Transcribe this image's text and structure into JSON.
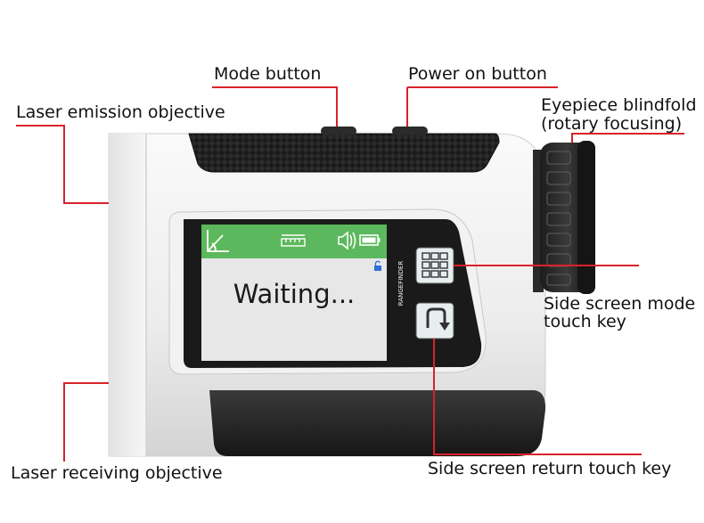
{
  "labels": {
    "mode_button": "Mode button",
    "power_button": "Power on button",
    "laser_emission": "Laser emission objective",
    "eyepiece_line1": "Eyepiece blindfold",
    "eyepiece_line2": "(rotary focusing)",
    "side_mode_line1": "Side screen mode",
    "side_mode_line2": "touch key",
    "side_return": "Side screen return touch key",
    "laser_receiving": "Laser receiving objective"
  },
  "device": {
    "screen_text": "Waiting...",
    "vertical_label": "RANGEFINDER"
  },
  "colors": {
    "callout_line": "#d9222a",
    "screen_bar": "#5cb85c",
    "screen_bg": "#e6e6e6",
    "body_white": "#f4f4f4",
    "body_dark": "#2a2a2a"
  },
  "icons": [
    "angle-icon",
    "ruler-icon",
    "speaker-icon",
    "battery-icon",
    "lock-icon",
    "grid-icon",
    "return-icon"
  ]
}
